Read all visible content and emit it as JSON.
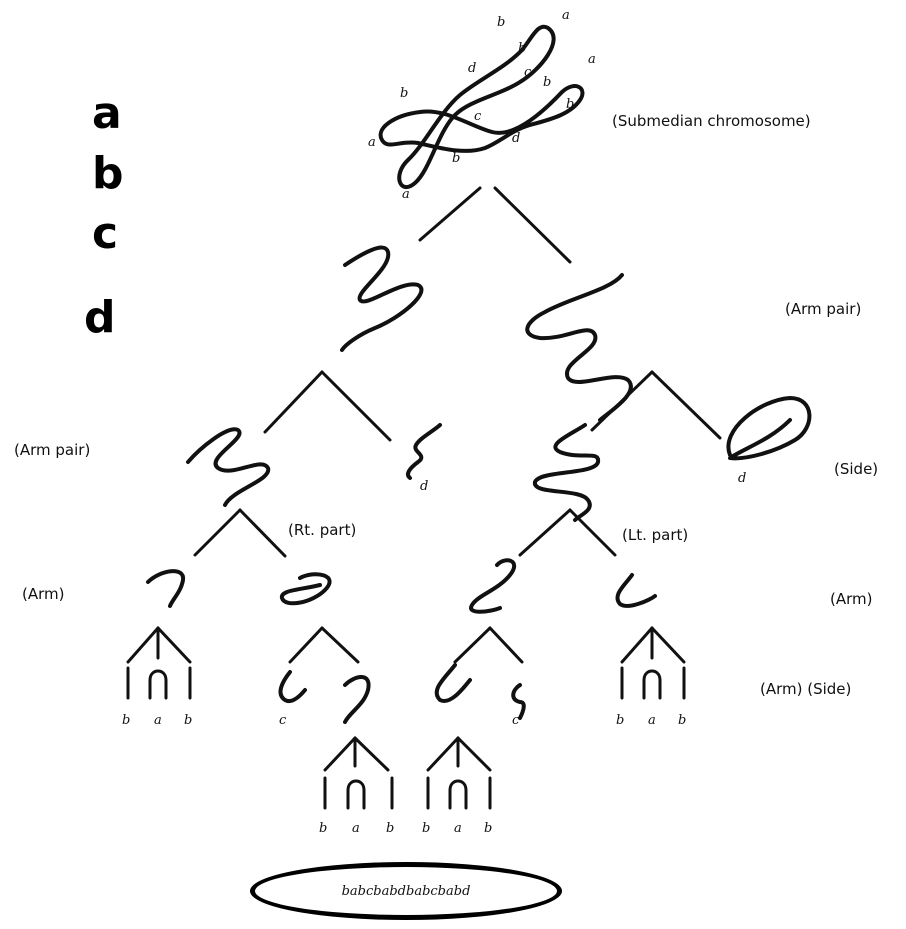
{
  "alphabet": [
    "a",
    "b",
    "c",
    "d"
  ],
  "labels": {
    "submedian": "(Submedian chromosome)",
    "arm_pair_right": "(Arm pair)",
    "arm_pair_left": "(Arm pair)",
    "side": "(Side)",
    "rt_part": "(Rt. part)",
    "lt_part": "(Lt. part)",
    "arm_left": "(Arm)",
    "arm_right": "(Arm)",
    "arm_side": "(Arm) (Side)"
  },
  "chromosome_letters": [
    "b",
    "a",
    "d",
    "b",
    "c",
    "a",
    "b",
    "a",
    "b",
    "c",
    "d",
    "b",
    "a",
    "b"
  ],
  "d_marks": [
    "d",
    "d"
  ],
  "leaf_groups": [
    [
      "b",
      "a",
      "b"
    ],
    [
      "c"
    ],
    [
      "c"
    ],
    [
      "b",
      "a",
      "b"
    ],
    [
      "b",
      "a",
      "b"
    ],
    [
      "b",
      "a",
      "b"
    ]
  ],
  "result_string": "babcbabdbabcbabd"
}
